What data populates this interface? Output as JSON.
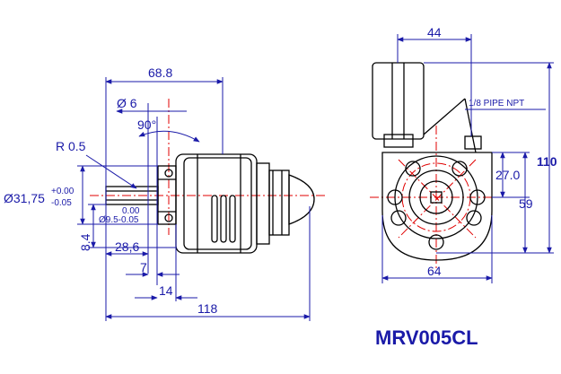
{
  "model": "MRV005CL",
  "side_view": {
    "overall_height": "68.8",
    "shaft_diameter": "Ø 6",
    "angle": "90°",
    "radius": "R 0.5",
    "flange_diameter": "Ø31,75",
    "flange_tol_upper": "+0.00",
    "flange_tol_lower": "-0.05",
    "pilot_tol_upper": "0.00",
    "pilot_diameter": "Ø9.5-0.05",
    "offset": "8.4",
    "shaft_length": "28,6",
    "step": "7",
    "flange_width": "14",
    "overall_length": "118"
  },
  "front_view": {
    "width_top": "44",
    "pipe_thread": "1/8 PIPE NPT",
    "total_height": "110",
    "center_height": "27.0",
    "base_height": "59",
    "width_bottom": "64"
  },
  "colors": {
    "dimension": "#1a1aa8",
    "centerline": "#e00000",
    "outline": "#000000"
  }
}
